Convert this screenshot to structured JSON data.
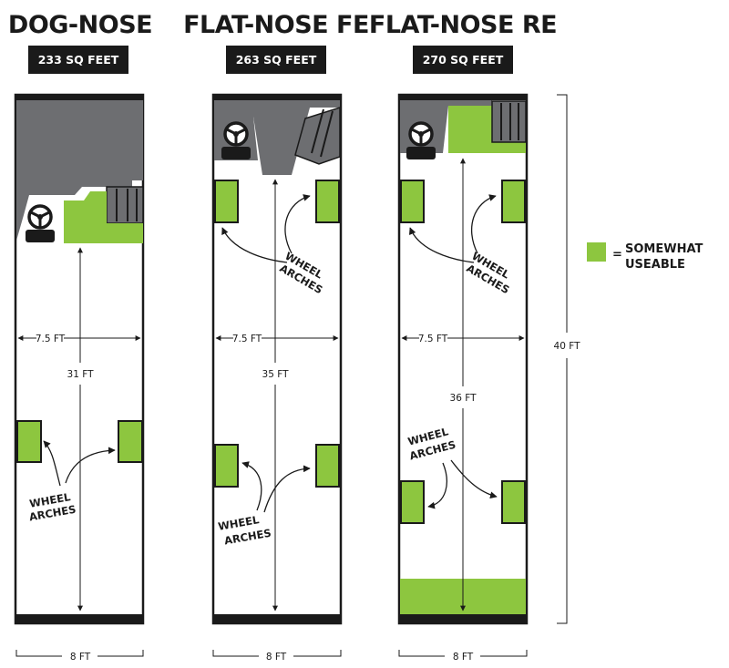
{
  "colors": {
    "useable": "#8dc63f",
    "engine": "#6d6e71",
    "outline": "#1a1a1a"
  },
  "legend": {
    "equals": "=",
    "line1": "SOMEWHAT",
    "line2": "USEABLE"
  },
  "overall_length_label": "40 FT",
  "buses": [
    {
      "title": "DOG-NOSE",
      "area": "233 SQ FEET",
      "width_label": "7.5 FT",
      "length_label": "31 FT",
      "outer_width_label": "8 FT",
      "wheel_arches_line1": "WHEEL",
      "wheel_arches_line2": "ARCHES"
    },
    {
      "title": "FLAT-NOSE FE",
      "area": "263 SQ FEET",
      "width_label": "7.5 FT",
      "length_label": "35 FT",
      "outer_width_label": "8 FT",
      "wheel_arches_line1": "WHEEL",
      "wheel_arches_line2": "ARCHES"
    },
    {
      "title": "FLAT-NOSE RE",
      "area": "270 SQ FEET",
      "width_label": "7.5 FT",
      "length_label": "36 FT",
      "outer_width_label": "8 FT",
      "wheel_arches_line1": "WHEEL",
      "wheel_arches_line2": "ARCHES"
    }
  ]
}
